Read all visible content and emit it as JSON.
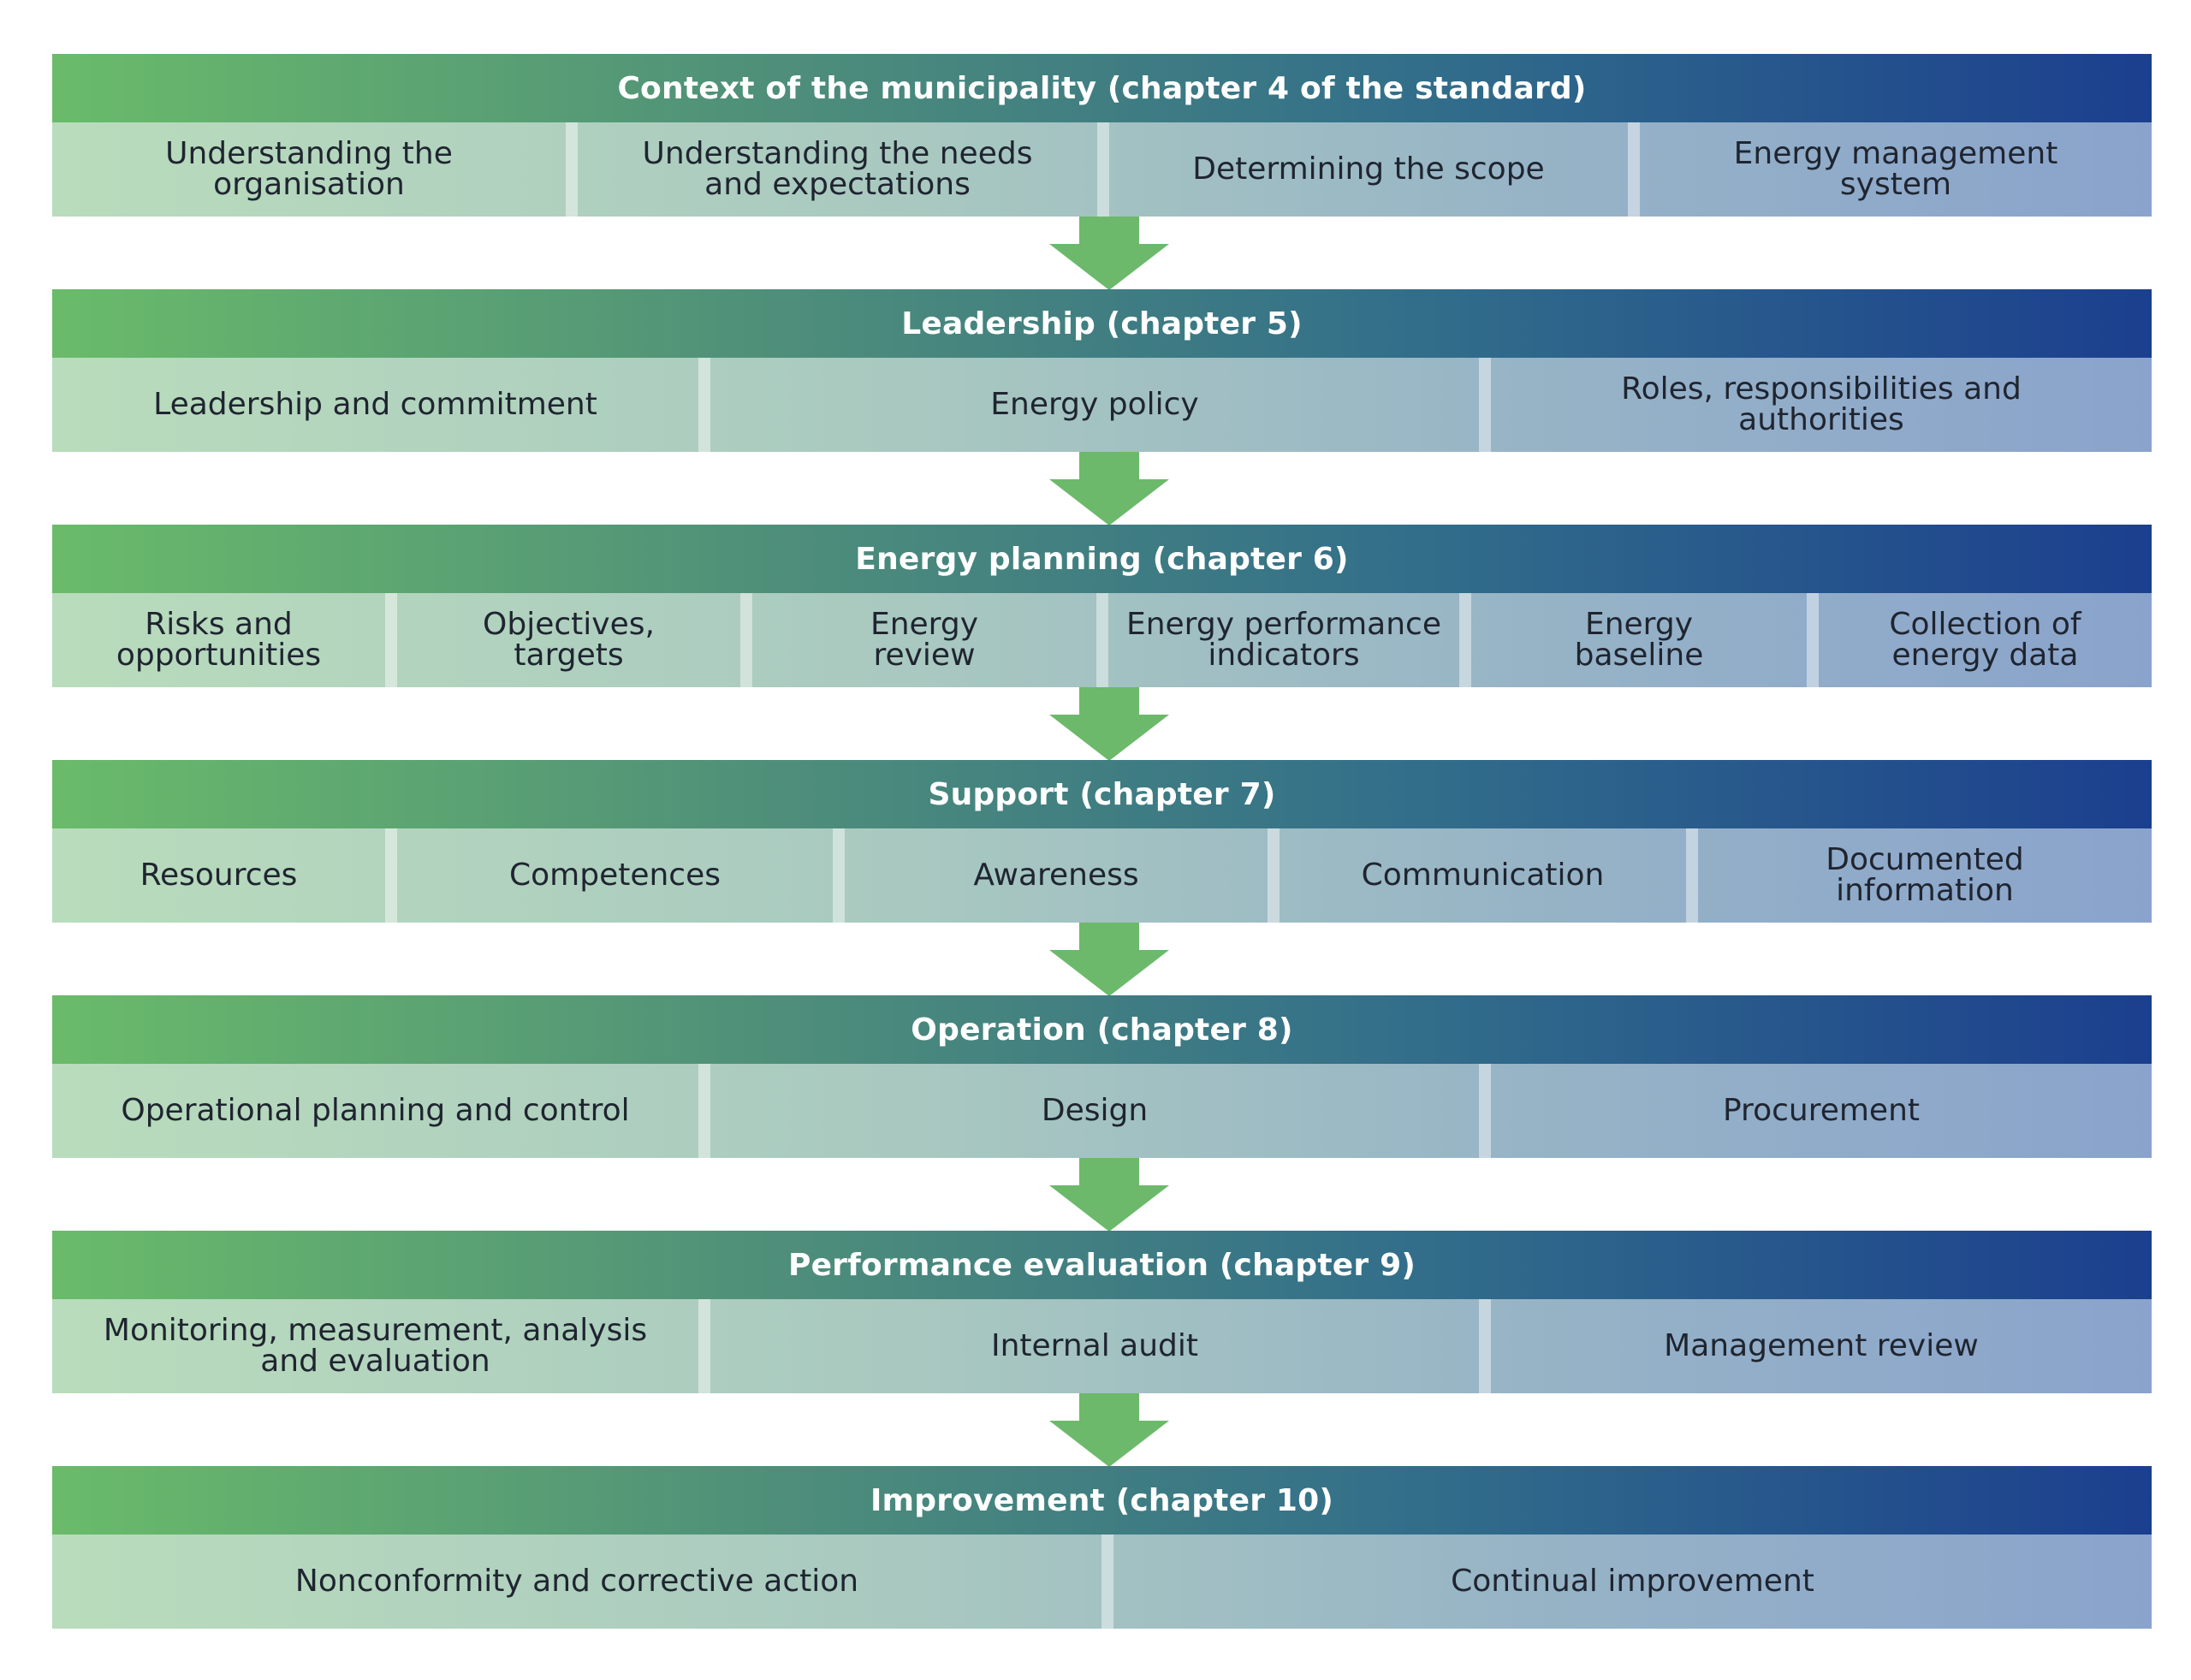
{
  "sections": [
    {
      "title": "Context of the municipality (chapter 4 of the standard)",
      "items": [
        "Understanding the\norganisation",
        "Understanding the needs\nand expectations",
        "Determining the scope",
        "Energy management\nsystem"
      ]
    },
    {
      "title": "Leadership (chapter 5)",
      "items": [
        "Leadership and commitment",
        "Energy policy",
        "Roles, responsibilities and\nauthorities"
      ]
    },
    {
      "title": "Energy planning (chapter 6)",
      "items": [
        "Risks and\nopportunities",
        "Objectives,\ntargets",
        "Energy\nreview",
        "Energy performance\nindicators",
        "Energy\nbaseline",
        "Collection of\nenergy data"
      ]
    },
    {
      "title": "Support (chapter 7)",
      "items": [
        "Resources",
        "Competences",
        "Awareness",
        "Communication",
        "Documented\ninformation"
      ]
    },
    {
      "title": "Operation (chapter 8)",
      "items": [
        "Operational planning and control",
        "Design",
        "Procurement"
      ]
    },
    {
      "title": "Performance evaluation (chapter 9)",
      "items": [
        "Monitoring, measurement, analysis\nand evaluation",
        "Internal audit",
        "Management review"
      ]
    },
    {
      "title": "Improvement (chapter 10)",
      "items": [
        "Nonconformity and corrective action",
        "Continual improvement"
      ]
    }
  ],
  "colors": {
    "arrow": "#6cb96b"
  }
}
